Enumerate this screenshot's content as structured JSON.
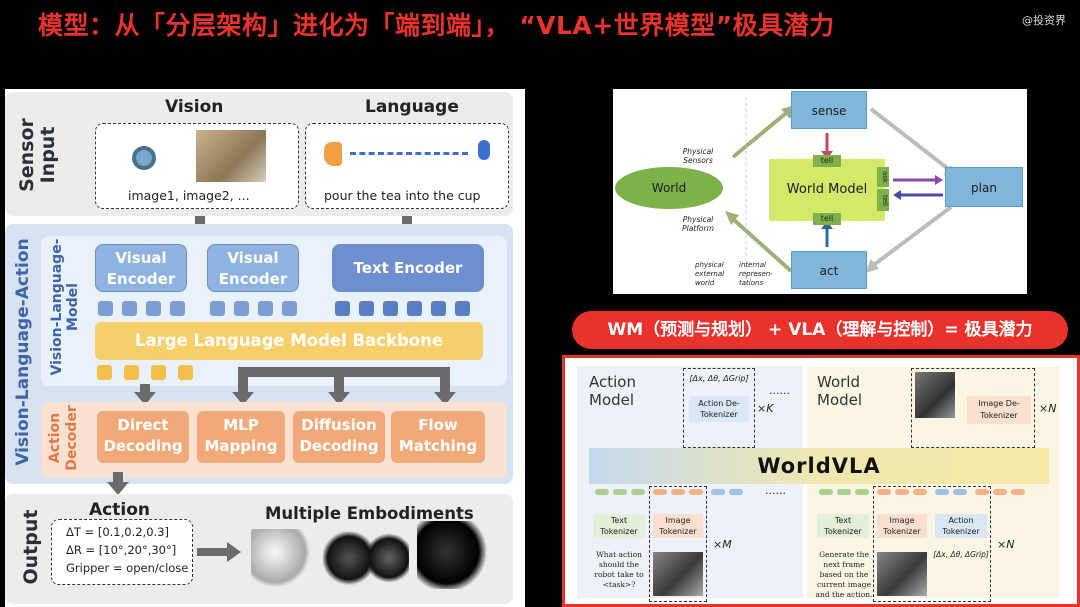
{
  "title": "模型：从「分层架构」进化为「端到端」， “VLA+世界模型”极具潜力",
  "watermark": "@投资界",
  "left": {
    "sensor_label": "Sensor Input",
    "vision_header": "Vision",
    "language_header": "Language",
    "vision_caption": "image1, image2, ...",
    "language_caption": "pour the tea into the cup",
    "vla_label": "Vision-Language-Action",
    "vlm_label": "Vision-Language-Model",
    "visual_encoder_1": "Visual Encoder",
    "visual_encoder_2": "Visual Encoder",
    "text_encoder": "Text Encoder",
    "llm_backbone": "Large Language Model Backbone",
    "action_decoder_label": "Action Decoder",
    "decoders": [
      "Direct Decoding",
      "MLP Mapping",
      "Diffusion Decoding",
      "Flow Matching"
    ],
    "output_label": "Output",
    "action_header": "Action",
    "action_lines": [
      "ΔT = [0.1,0.2,0.3]",
      "ΔR = [10°,20°,30°]",
      "Gripper = open/close"
    ],
    "embodiments_header": "Multiple Embodiments"
  },
  "world_model_diagram": {
    "sense": "sense",
    "world_model": "World Model",
    "plan": "plan",
    "act": "act",
    "world": "World",
    "tell_top": "tell",
    "tell_bottom": "tell",
    "ask": "ask",
    "tell_right": "tell",
    "physical_sensors": "Physical Sensors",
    "physical_platform": "Physical Platform",
    "physical_external_world": "physical external world",
    "internal_representations": "internal represen-tations"
  },
  "banner": "WM（预测与规划） + VLA（理解与控制）= 极具潜力",
  "worldvla": {
    "action_model": "Action Model",
    "world_model": "World Model",
    "center": "WorldVLA",
    "action_detokenizer": "Action De-Tokenizer",
    "image_detokenizer": "Image De-Tokenizer",
    "action_delta_top": "[Δx, Δθ, ΔGrip]",
    "action_delta_bottom": "[Δx, Δθ, ΔGrip]",
    "times_k": "×K",
    "times_n_top": "×N",
    "times_m": "×M",
    "times_n_bottom": "×N",
    "dots_top": "......",
    "dots_bottom": "......",
    "text_tokenizer_1": "Text Tokenizer",
    "image_tokenizer_1": "Image Tokenizer",
    "text_tokenizer_2": "Text Tokenizer",
    "image_tokenizer_2": "Image Tokenizer",
    "action_tokenizer": "Action Tokenizer",
    "prompt_1": "What action should the robot take to <task>?",
    "prompt_2": "Generate the next frame based on the current image and the action."
  },
  "colors": {
    "accent_red": "#e8322b",
    "encoder_blue": "#8fb3e0",
    "llm_yellow": "#f7cf6a",
    "decoder_orange": "#f2a97a",
    "world_green": "#7db24a",
    "world_model_green": "#d6e86a"
  }
}
